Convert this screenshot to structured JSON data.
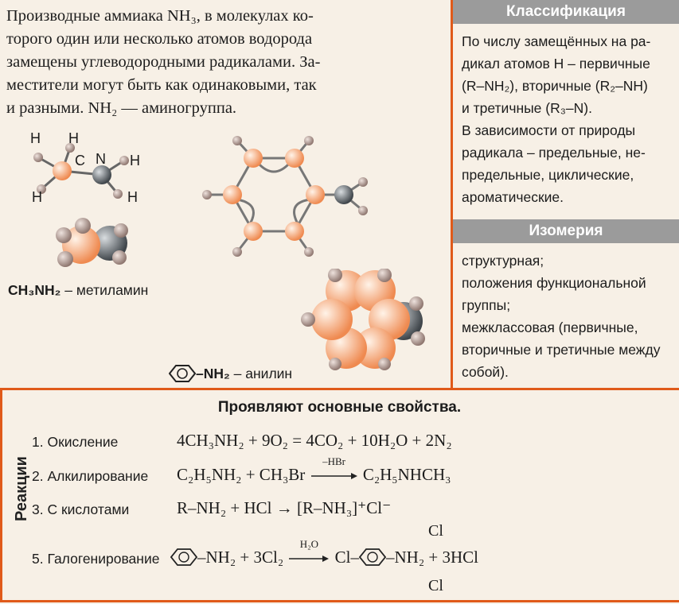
{
  "intro": {
    "lines": [
      "Производные аммиака NH₃, в молекулах ко-",
      "торого один или несколько атомов водорода",
      "замещены углеводородными радикалами. За-",
      "местители могут быть как одинаковыми, так",
      "и разными. NH₂ — аминогруппа."
    ]
  },
  "methylamine": {
    "atoms": [
      "H",
      "H",
      "C",
      "N",
      "H",
      "H",
      "H"
    ],
    "label_formula": "CH₃NH₂",
    "label_name": "– метиламин"
  },
  "aniline": {
    "label_formula": "–NH₂",
    "label_name": "– анилин"
  },
  "classification": {
    "heading": "Классификация",
    "lines": [
      "По числу замещённых на ра-",
      "дикал атомов Н – первичные",
      "(R–NH₂), вторичные (R₂–NH)",
      "и третичные (R₃–N).",
      "В зависимости от природы",
      "радикала – предельные, не-",
      "предельные, циклические,",
      "ароматические."
    ]
  },
  "isomerism": {
    "heading": "Изомерия",
    "lines": [
      "структурная;",
      "положения функциональной",
      "группы;",
      "межклассовая (первичные,",
      "вторичные и третичные между",
      "собой)."
    ]
  },
  "reactions": {
    "title": "Проявляют основные свойства.",
    "side_label": "Реакции",
    "items": [
      {
        "name": "1. Окисление",
        "equation": "4CH₃NH₂ + 9O₂ = 4CO₂ + 10H₂O + 2N₂"
      },
      {
        "name": "2. Алкилирование",
        "lhs": "C₂H₅NH₂ + CH₃Br",
        "arrow_label": "–HBr",
        "rhs": "C₂H₅NHCH₃"
      },
      {
        "name": "3. С кислотами",
        "equation": "R–NH₂ + HCl → [R–NH₃]⁺Cl⁻"
      },
      {
        "name": "5. Галогенирование",
        "lhs": "–NH₂ + 3Cl₂",
        "arrow_label": "H₂O",
        "rhs_left": "Cl–",
        "rhs_right": "–NH₂ + 3HCl",
        "cl_top": "Cl",
        "cl_bottom": "Cl"
      }
    ]
  },
  "colors": {
    "frame": "#e05a1a",
    "heading_bar": "#9b9b9b",
    "carbon": "#f3a57a",
    "nitrogen": "#555b60",
    "hydrogen": "#b49a92"
  }
}
